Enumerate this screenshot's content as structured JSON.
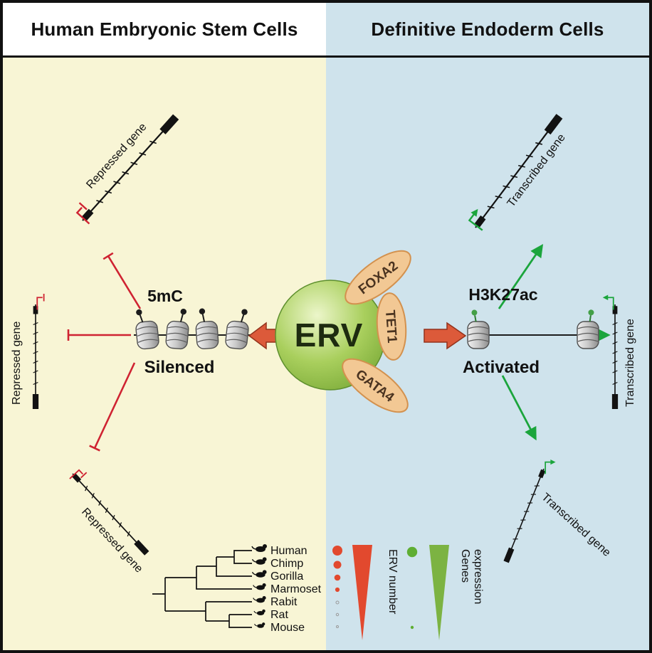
{
  "panels": {
    "left": {
      "title": "Human Embryonic Stem Cells"
    },
    "right": {
      "title": "Definitive Endoderm Cells"
    }
  },
  "center": {
    "erv_label": "ERV",
    "factors": {
      "top": "FOXA2",
      "middle": "TET1",
      "bottom": "GATA4"
    }
  },
  "hesc": {
    "mark_label": "5mC",
    "state_label": "Silenced",
    "gene_top": "Repressed gene",
    "gene_mid": "Repressed gene",
    "gene_bottom": "Repressed gene"
  },
  "de": {
    "mark_label": "H3K27ac",
    "state_label": "Activated",
    "gene_top": "Transcribed gene",
    "gene_mid": "Transcribed gene",
    "gene_bottom": "Transcribed gene"
  },
  "phylo": {
    "species": [
      "Human",
      "Chimp",
      "Gorilla",
      "Marmoset",
      "Rabit",
      "Rat",
      "Mouse"
    ],
    "erv_axis_label": "ERV number",
    "expr_axis_line1": "Genes",
    "expr_axis_line2": "expression"
  },
  "colors": {
    "erv_green": "#8CBF3F",
    "factor_fill": "#F2C894",
    "repression_red": "#CF2332",
    "activation_green": "#1BA53C",
    "arrow_red": "#DC5A3A",
    "h3k27ac_olive": "#77862B",
    "hesc_bg": "#F8F5D5",
    "de_bg": "#CFE3EC"
  }
}
